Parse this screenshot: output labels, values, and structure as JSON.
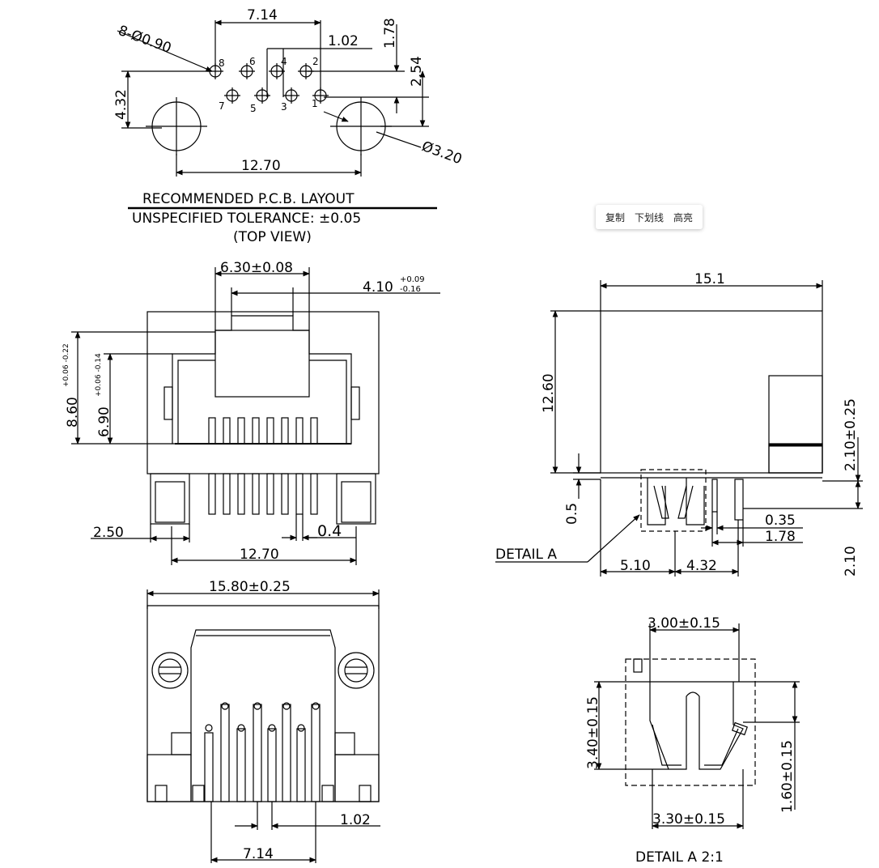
{
  "top_view": {
    "dim_714": "7.14",
    "dim_102": "1.02",
    "dim_178": "1.78",
    "dim_254": "2.54",
    "dim_432": "4.32",
    "dim_1270": "12.70",
    "hole_small": "8-Ø0.90",
    "hole_large": "Ø3.20",
    "pins": [
      "8",
      "6",
      "4",
      "2",
      "7",
      "5",
      "3",
      "1"
    ],
    "caption1": "RECOMMENDED P.C.B. LAYOUT",
    "caption2": "UNSPECIFIED TOLERANCE: ±0.05",
    "caption3": "(TOP VIEW)"
  },
  "front_view": {
    "dim_630": "6.30±0.08",
    "dim_410": "4.10",
    "dim_410_plus": "+0.09",
    "dim_410_minus": "-0.16",
    "dim_860": "8.60",
    "dim_860_tol": "+0.06 -0.22",
    "dim_690": "6.90",
    "dim_690_tol": "+0.06 -0.14",
    "dim_250": "2.50",
    "dim_04": "0.4",
    "dim_1270": "12.70"
  },
  "bottom_view": {
    "dim_1580": "15.80±0.25",
    "dim_102": "1.02",
    "dim_714": "7.14"
  },
  "side_view": {
    "dim_151": "15.1",
    "dim_1260": "12.60",
    "dim_210a": "2.10±0.25",
    "dim_05": "0.5",
    "dim_035": "0.35",
    "dim_178": "1.78",
    "dim_210b": "2.10",
    "dim_510": "5.10",
    "dim_432": "4.32",
    "detail_label": "DETAIL A"
  },
  "detail": {
    "dim_300": "3.00±0.15",
    "dim_340": "3.40±0.15",
    "dim_160": "1.60±0.15",
    "dim_330": "3.30±0.15",
    "caption": "DETAIL A   2:1"
  },
  "context_menu": {
    "copy": "复制",
    "underline": "下划线",
    "highlight": "高亮"
  }
}
